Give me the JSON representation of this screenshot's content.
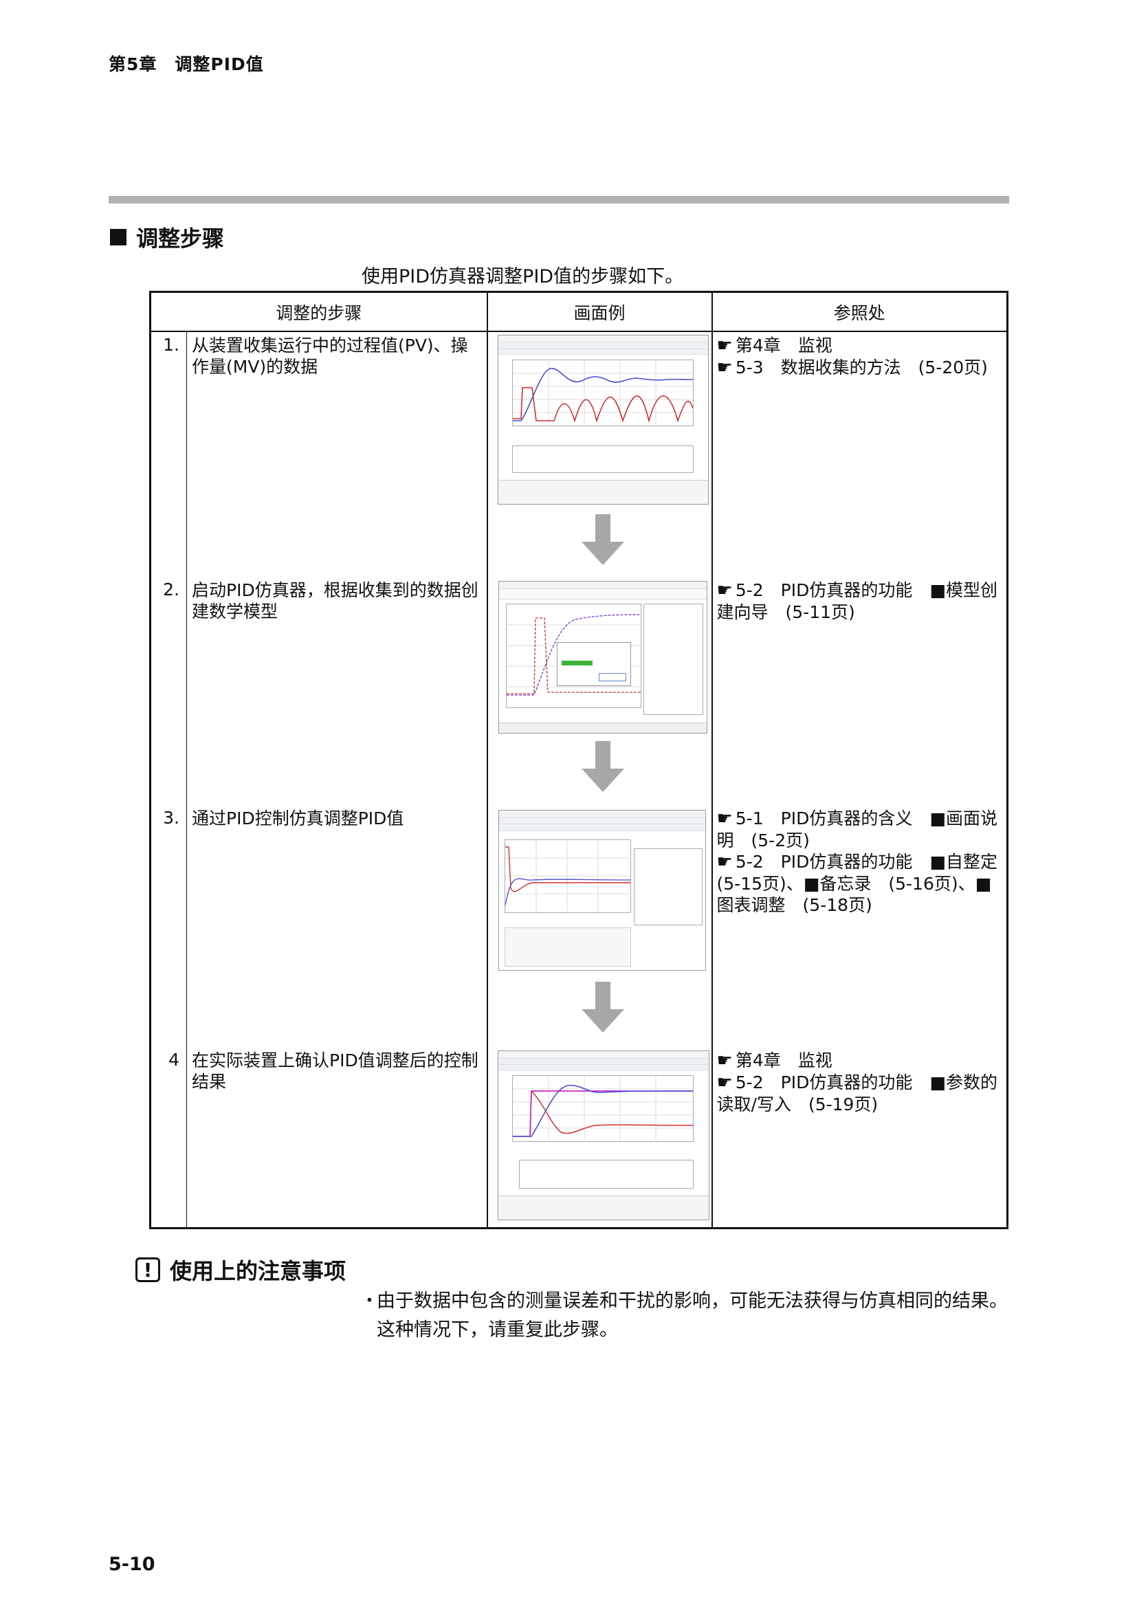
{
  "header": {
    "chapter": "第5章　调整PID值"
  },
  "section": {
    "title": "调整步骤",
    "intro": "使用PID仿真器调整PID值的步骤如下。"
  },
  "table": {
    "headers": [
      "调整的步骤",
      "画面例",
      "参照处"
    ],
    "rows": [
      {
        "num": "1.",
        "step": "从装置收集运行中的过程值(PV)、操作量(MV)的数据",
        "refs": [
          "第4章　监视",
          "5-3　数据收集的方法　(5-20页)"
        ]
      },
      {
        "num": "2.",
        "step": "启动PID仿真器，根据收集到的数据创建数学模型",
        "refs": [
          "5-2　PID仿真器的功能　■模型创建向导　(5-11页)"
        ]
      },
      {
        "num": "3.",
        "step": "通过PID控制仿真调整PID值",
        "refs": [
          "5-1　PID仿真器的含义　■画面说明　(5-2页)",
          "5-2　PID仿真器的功能　■自整定　(5-15页)、■备忘录　(5-16页)、■图表调整　(5-18页)"
        ]
      },
      {
        "num": "4",
        "step": "在实际装置上确认PID值调整后的控制结果",
        "refs": [
          "第4章　监视",
          "5-2　PID仿真器的功能　■参数的读取/写入　(5-19页)"
        ]
      }
    ]
  },
  "caution": {
    "title": "使用上的注意事项",
    "text": "由于数据中包含的测量误差和干扰的影响，可能无法获得与仿真相同的结果。这种情况下，请重复此步骤。"
  },
  "footer": {
    "page": "5-10"
  },
  "icons": {
    "reference": "pointing-hand-icon",
    "caution": "exclamation-box-icon"
  },
  "colors": {
    "rule": "#b2b2b2",
    "arrow": "#a7a7a7",
    "pv_line": "#4a4ad0",
    "mv_line": "#d03030",
    "sp_line": "#c000c0"
  }
}
